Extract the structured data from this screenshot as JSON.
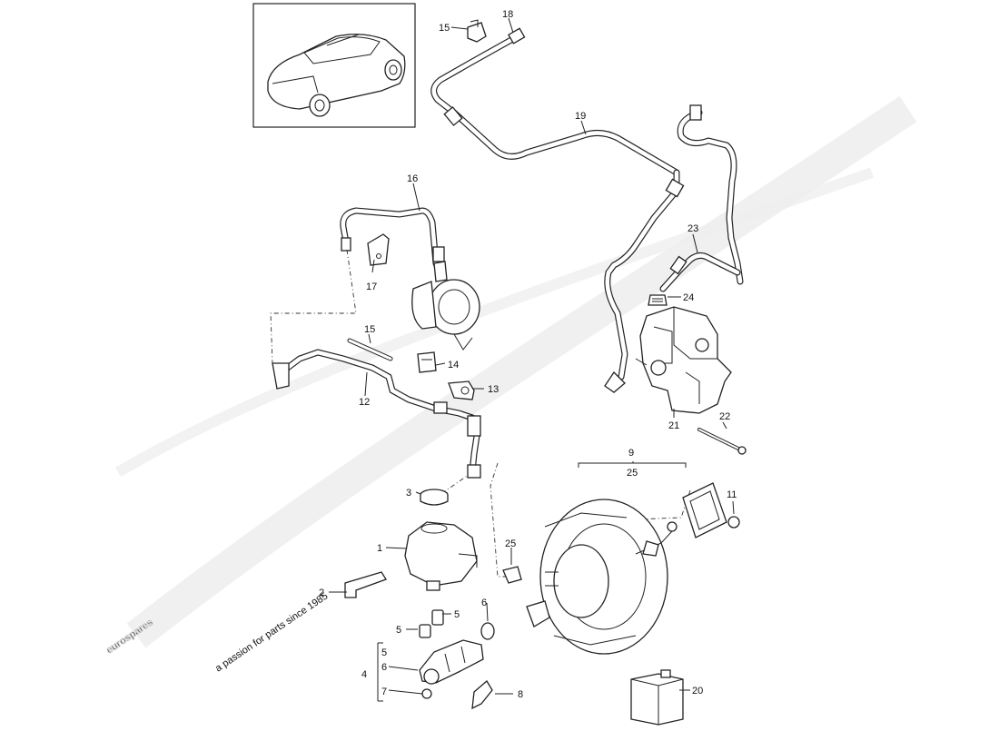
{
  "watermark": {
    "brand": "eurospares",
    "tagline": "a passion for parts since 1985"
  },
  "callouts": {
    "c1": "1",
    "c2": "2",
    "c3": "3",
    "c4": "4",
    "c4a": "5",
    "c4b": "6",
    "c4c": "7",
    "c5a": "5",
    "c5b": "5",
    "c6": "6",
    "c8": "8",
    "c9": "9",
    "c11": "11",
    "c12": "12",
    "c13": "13",
    "c14": "14",
    "c15a": "15",
    "c15b": "15",
    "c16": "16",
    "c17": "17",
    "c18": "18",
    "c19": "19",
    "c20": "20",
    "c21": "21",
    "c22": "22",
    "c23": "23",
    "c24": "24",
    "c25a": "25",
    "c25b": "25"
  },
  "colors": {
    "watermark": "#e2e2e2",
    "watermark_tagline": "#f3f1b0",
    "line": "#222222"
  }
}
